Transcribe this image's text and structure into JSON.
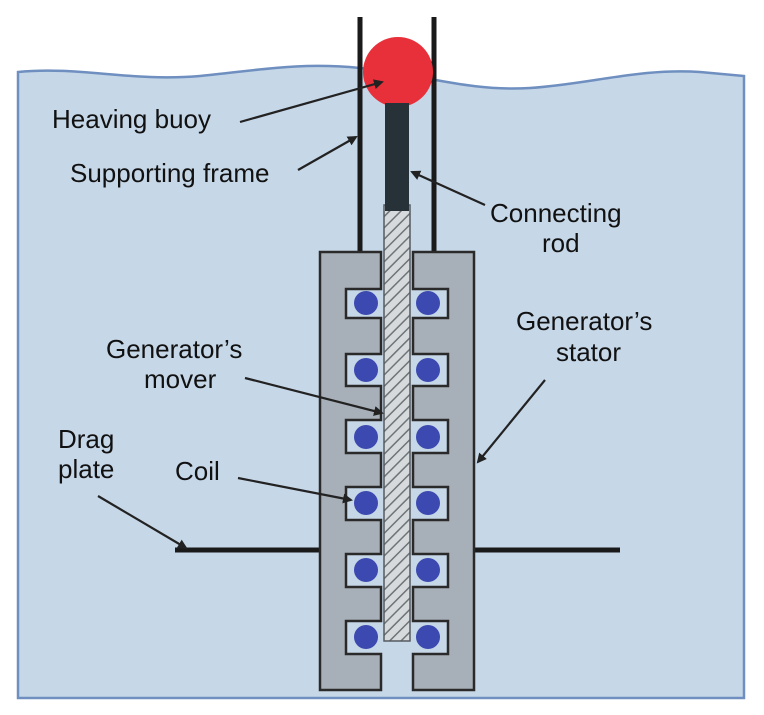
{
  "labels": {
    "heaving_buoy": "Heaving buoy",
    "supporting_frame": "Supporting frame",
    "connecting_rod_1": "Connecting",
    "connecting_rod_2": "rod",
    "generator_stator_1": "Generator’s",
    "generator_stator_2": "stator",
    "generator_mover_1": "Generator’s",
    "generator_mover_2": "mover",
    "drag_plate_1": "Drag",
    "drag_plate_2": "plate",
    "coil": "Coil"
  },
  "colors": {
    "water": "#c6d7e8",
    "water_outline": "#6e8fbf",
    "buoy": "#e8303a",
    "frame": "#1a1a1a",
    "rod": "#263238",
    "stator": "#a7b0b8",
    "stator_outline": "#2a2a2a",
    "coil": "#3b49b0",
    "mover_hatch": "#6d7478",
    "arrow": "#222222"
  }
}
